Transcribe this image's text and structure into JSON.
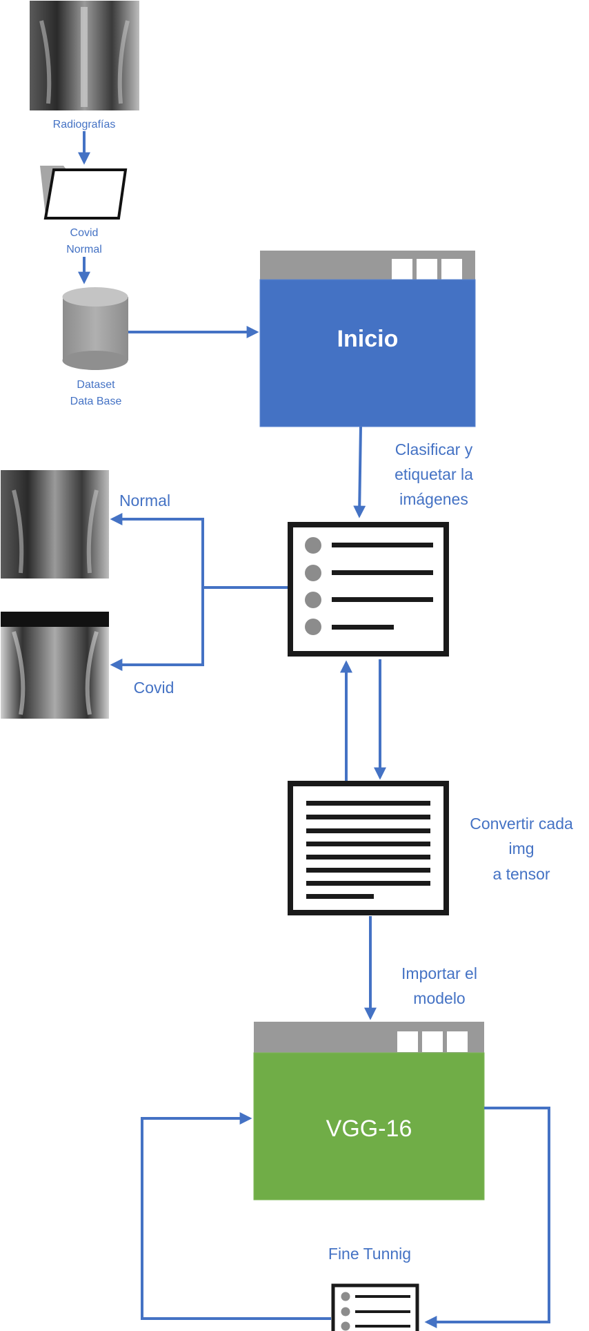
{
  "labels": {
    "radiografias": "Radiografías",
    "folder_line1": "Covid",
    "folder_line2": "Normal",
    "dataset_line1": "Dataset",
    "dataset_line2": "Data Base",
    "inicio_title": "Inicio",
    "clasificar_line1": "Clasificar y",
    "clasificar_line2": "etiquetar la",
    "clasificar_line3": "imágenes",
    "normal_label": "Normal",
    "covid_label": "Covid",
    "convertir_line1": "Convertir cada",
    "convertir_line2": "img",
    "convertir_line3": "a tensor",
    "importar_line1": "Importar el",
    "importar_line2": "modelo",
    "vgg_title": "VGG-16",
    "fine_tuning": "Fine Tunnig"
  },
  "colors": {
    "arrow": "#4472c4",
    "inicio_fill": "#4472c4",
    "vgg_fill": "#70ad47",
    "titlebar": "#999999",
    "cylinder": "#a6a6a6",
    "outline": "#1a1a1a"
  }
}
